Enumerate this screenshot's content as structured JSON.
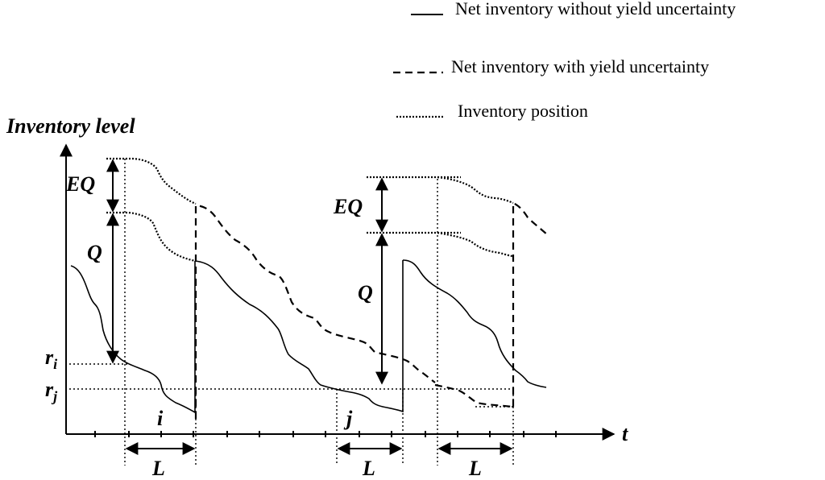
{
  "legend": {
    "solid_label": "Net inventory without yield uncertainty",
    "dashed_label": "Net inventory with yield uncertainty",
    "dotted_label": "Inventory position"
  },
  "axes": {
    "y_label": "Inventory level",
    "x_label": "t"
  },
  "labels": {
    "eq_1": "EQ",
    "q_1": "Q",
    "eq_2": "EQ",
    "q_2": "Q",
    "r_i_base": "r",
    "r_i_sub": "i",
    "r_j_base": "r",
    "r_j_sub": "j",
    "order_i": "i",
    "order_j": "j",
    "lead_1": "L",
    "lead_2": "L",
    "lead_3": "L"
  }
}
